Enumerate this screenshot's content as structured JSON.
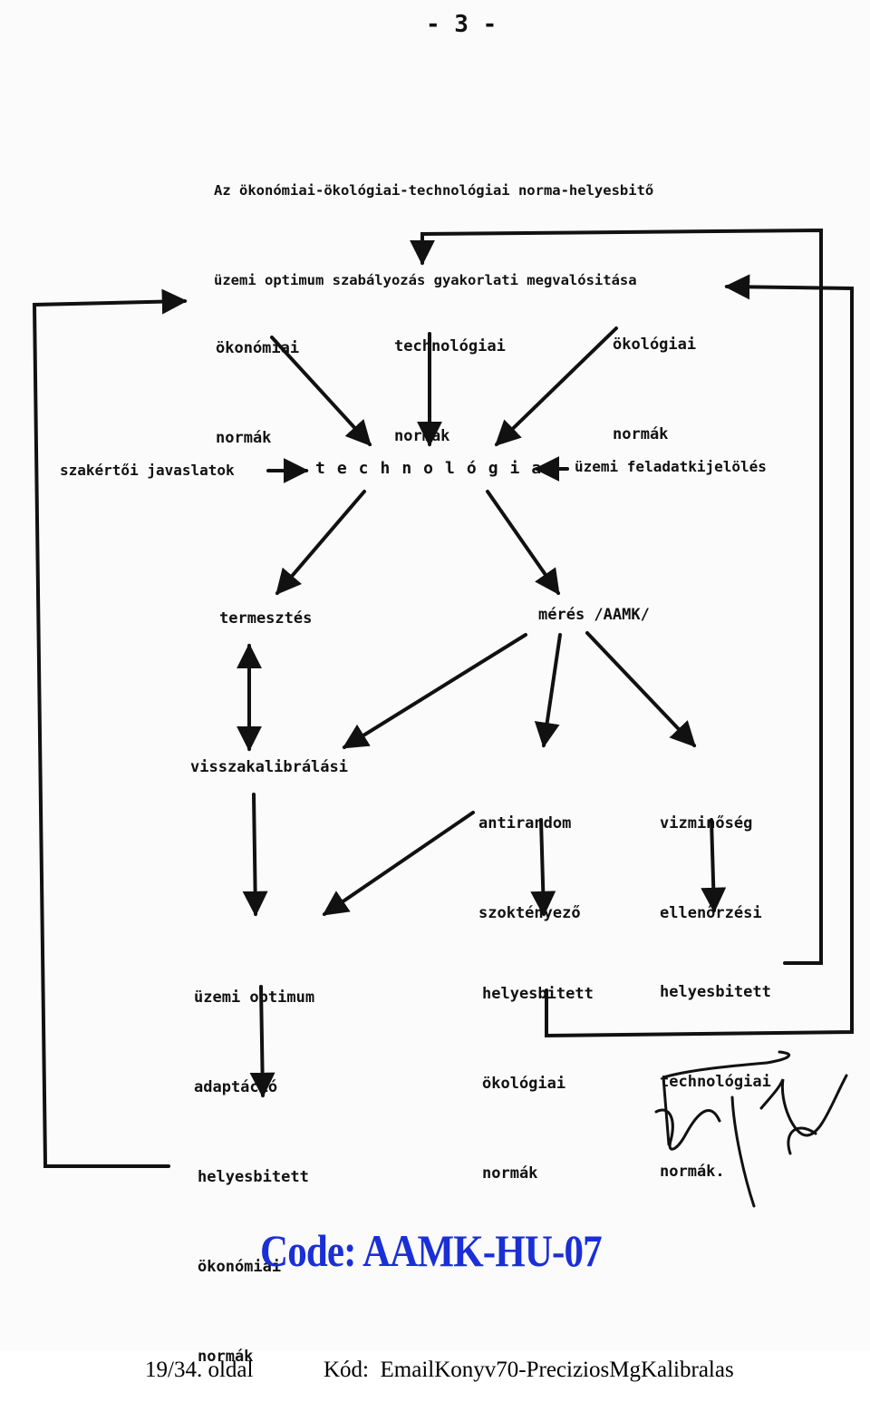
{
  "page_number": "- 3 -",
  "title": {
    "line1": "Az ökonómiai-ökológiai-technológiai norma-helyesbitő",
    "line2": "üzemi optimum szabályozás gyakorlati megvalósitása"
  },
  "nodes": {
    "okonomiai_normak": [
      "ökonómiai",
      "normák"
    ],
    "technologiai_normak": [
      "technológiai",
      "normák"
    ],
    "okologiai_normak": [
      "ökológiai",
      "normák"
    ],
    "szakertoi_javaslatok": "szakértői javaslatok",
    "technologia": "technológia",
    "uzemi_feladatkijeloles": "üzemi feladatkijelölés",
    "termesztes": "termesztés",
    "meres": "mérés /AAMK/",
    "visszakalibralasi": "visszakalibrálási",
    "antirandom": [
      "antirandom",
      "szoktényező"
    ],
    "vizminoseg": [
      "vizminőség",
      "ellenőrzési"
    ],
    "uzemi_optimum": [
      "üzemi optimum",
      "adaptáció"
    ],
    "helyesbitett_okologiai": [
      "helyesbitett",
      "ökológiai",
      "normák"
    ],
    "helyesbitett_technologiai": [
      "helyesbitett",
      "technológiai",
      "normák."
    ],
    "helyesbitett_okonomiai": [
      "helyesbitett",
      "ökonómiai",
      "normák"
    ]
  },
  "stamp_code": "Code: AAMK-HU-07",
  "footer": {
    "page": "19/34. oldal",
    "code": "Kód:  EmailKonyv70-PreciziosMgKalibralas"
  },
  "colors": {
    "stamp": "#1a2fd6",
    "ink": "#111111"
  }
}
